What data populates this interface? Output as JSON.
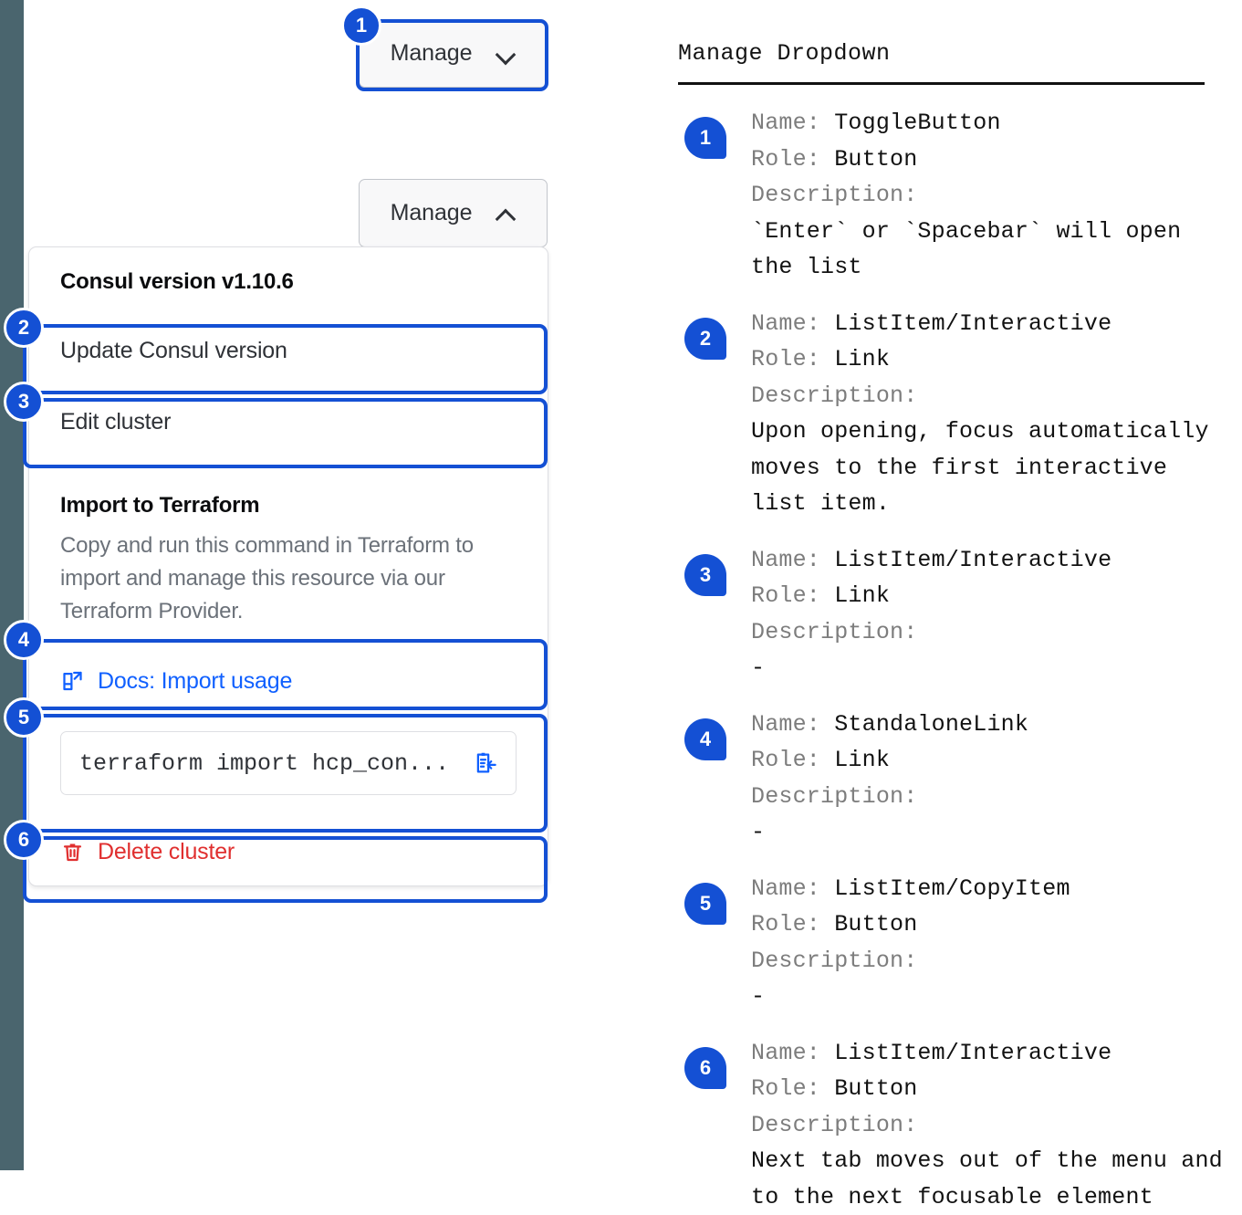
{
  "colors": {
    "accent_blue": "#1450d4",
    "link_blue": "#1060ff",
    "danger_red": "#e02f2f",
    "rail_slate": "#4a656e",
    "muted_text": "#6b7179"
  },
  "left_rail": {
    "name": "side-rail"
  },
  "demo": {
    "toggle_closed": {
      "label": "Manage",
      "icon": "chevron-down-icon"
    },
    "toggle_open": {
      "label": "Manage",
      "icon": "chevron-up-icon"
    },
    "dropdown": {
      "version_title": "Consul version v1.10.6",
      "update_item": "Update Consul version",
      "edit_item": "Edit cluster",
      "terraform_heading": "Import to Terraform",
      "terraform_body": "Copy and run this command in Terraform to import and manage this resource via our Terraform Provider.",
      "docs_link": "Docs: Import usage",
      "docs_icon": "docs-external-link-icon",
      "command_value": "terraform import hcp_con...",
      "copy_icon": "clipboard-copy-icon",
      "delete_item": "Delete cluster",
      "delete_icon": "trash-icon"
    }
  },
  "annotations": {
    "title": "Manage Dropdown",
    "labels": {
      "name": "Name:",
      "role": "Role:",
      "description": "Description:"
    },
    "items": [
      {
        "number": "1",
        "name": "ToggleButton",
        "role": "Button",
        "description": "`Enter` or `Spacebar` will open\nthe list"
      },
      {
        "number": "2",
        "name": "ListItem/Interactive",
        "role": "Link",
        "description": "Upon opening, focus automatically\nmoves to the first interactive\nlist item."
      },
      {
        "number": "3",
        "name": "ListItem/Interactive",
        "role": "Link",
        "description": "-"
      },
      {
        "number": "4",
        "name": "StandaloneLink",
        "role": "Link",
        "description": "-"
      },
      {
        "number": "5",
        "name": "ListItem/CopyItem",
        "role": "Button",
        "description": "-"
      },
      {
        "number": "6",
        "name": "ListItem/Interactive",
        "role": "Button",
        "description": "Next tab moves out of the menu and\nto the next focusable element"
      }
    ]
  },
  "callouts": [
    {
      "number": "1"
    },
    {
      "number": "2"
    },
    {
      "number": "3"
    },
    {
      "number": "4"
    },
    {
      "number": "5"
    },
    {
      "number": "6"
    }
  ]
}
